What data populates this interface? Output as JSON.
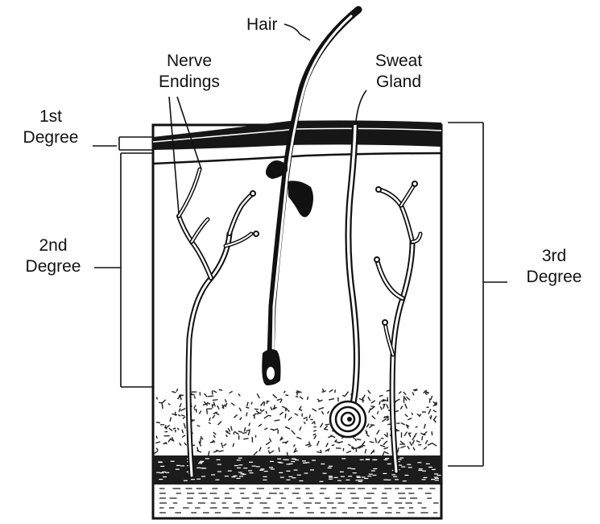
{
  "labels": {
    "hair": "Hair",
    "nerve_endings_line1": "Nerve",
    "nerve_endings_line2": "Endings",
    "sweat_gland_line1": "Sweat",
    "sweat_gland_line2": "Gland",
    "first_degree_line1": "1st",
    "first_degree_line2": "Degree",
    "second_degree_line1": "2nd",
    "second_degree_line2": "Degree",
    "third_degree_line1": "3rd",
    "third_degree_line2": "Degree"
  },
  "colors": {
    "ink": "#111111",
    "paper": "#ffffff"
  }
}
